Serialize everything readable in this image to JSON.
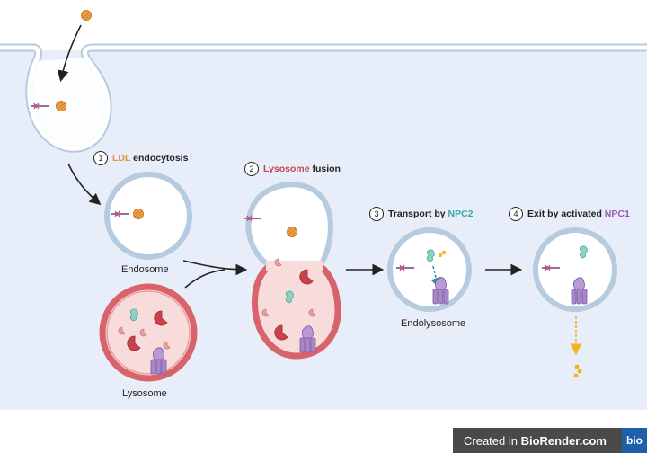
{
  "labels": {
    "endosome": "Endosome",
    "lysosome": "Lysosome",
    "endolysosome": "Endolysosome"
  },
  "steps": [
    {
      "num": "1",
      "highlight": "LDL",
      "rest": " endocytosis",
      "pre": ""
    },
    {
      "num": "2",
      "highlight": "Lysosome",
      "rest": " fusion",
      "pre": ""
    },
    {
      "num": "3",
      "pre": "Transport by ",
      "highlight": "NPC2",
      "rest": ""
    },
    {
      "num": "4",
      "pre": "Exit by activated ",
      "highlight": "NPC1",
      "rest": ""
    }
  ],
  "badge": {
    "prefix": "Created in ",
    "brand": "BioRender.com",
    "logo": "bio"
  },
  "colors": {
    "cytoplasm": "#e8eef9",
    "membrane": "#b7cbe0",
    "lysosome_membrane": "#d9636b",
    "lysosome_fill": "#f8dcdc",
    "ldl": "#eda24a",
    "npc2": "#8fd0c4",
    "npc1": "#a887c9",
    "enzyme": "#c8424b",
    "cholesterol": "#f2b41f"
  }
}
